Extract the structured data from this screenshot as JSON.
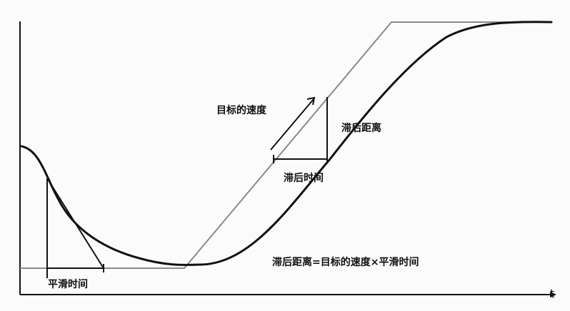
{
  "labels": {
    "target_speed": "目标的速度",
    "lag_distance": "滞后距离",
    "lag_time": "滞后时间",
    "formula": "滞后距离=目标的速度×平滑时间",
    "smoothing_time": "平滑时间",
    "axis_t": "t"
  },
  "colors": {
    "ink": "#111111",
    "target_line": "#8a8a8a",
    "background": "#fbfbfb"
  }
}
